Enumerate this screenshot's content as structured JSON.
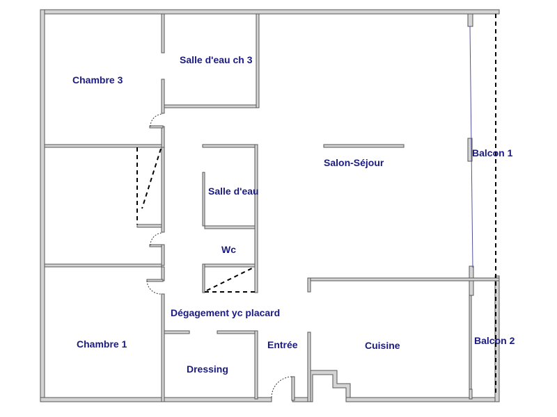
{
  "rooms": {
    "chambre3": "Chambre 3",
    "salle_eau_ch3": "Salle d'eau ch 3",
    "salon": "Salon-Séjour",
    "balcon1": "Balcon 1",
    "salle_eau": "Salle d'eau",
    "wc": "Wc",
    "degagement": "Dégagement yc placard",
    "chambre1": "Chambre 1",
    "dressing": "Dressing",
    "entree": "Entrée",
    "cuisine": "Cuisine",
    "balcon2": "Balcon 2"
  },
  "colors": {
    "label": "#1a1a80",
    "wall_fill": "#d4d4d4",
    "wall_stroke": "#555555"
  }
}
